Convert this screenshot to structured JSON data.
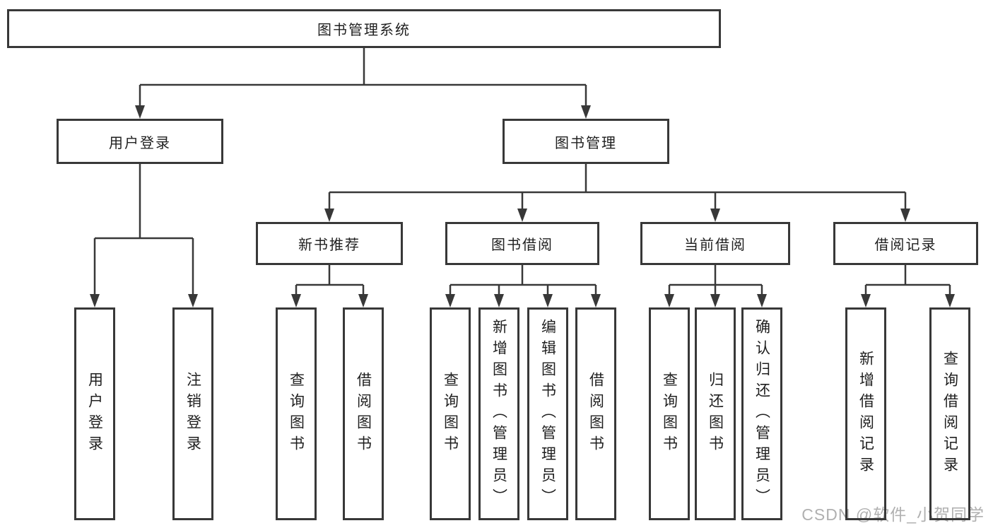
{
  "tree": {
    "root": "图书管理系统",
    "branches": [
      {
        "label": "用户登录",
        "children": [
          "用户登录",
          "注销登录"
        ]
      },
      {
        "label": "图书管理",
        "groups": [
          {
            "label": "新书推荐",
            "children": [
              "查询图书",
              "借阅图书"
            ]
          },
          {
            "label": "图书借阅",
            "children": [
              "查询图书",
              "新增图书（管理员）",
              "编辑图书（管理员）",
              "借阅图书"
            ]
          },
          {
            "label": "当前借阅",
            "children": [
              "查询图书",
              "归还图书",
              "确认归还（管理员）"
            ]
          },
          {
            "label": "借阅记录",
            "children": [
              "新增借阅记录",
              "查询借阅记录"
            ]
          }
        ]
      }
    ]
  },
  "colors": {
    "line": "#383838",
    "text": "#1f1f1f",
    "watermark": "#b0b0b0"
  },
  "watermark": {
    "text": "CSDN @软件_小贺同学"
  }
}
